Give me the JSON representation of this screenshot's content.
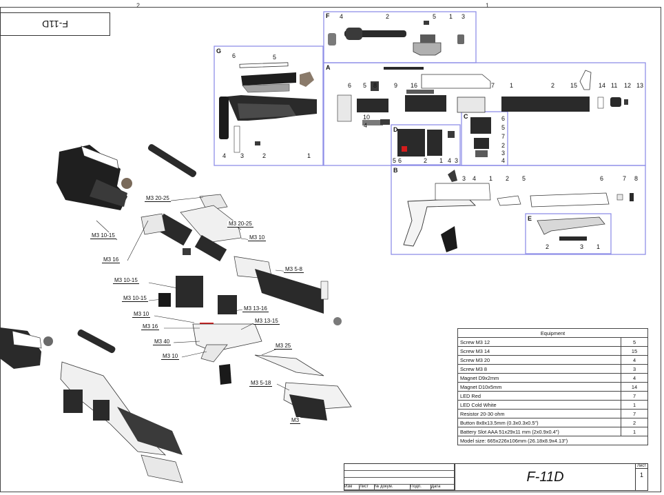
{
  "drawing_title": "F-11D",
  "zone_marks": [
    "2",
    "1"
  ],
  "panels": {
    "F": {
      "letter": "F",
      "callouts": [
        "4",
        "2",
        "5",
        "1",
        "3"
      ]
    },
    "G": {
      "letter": "G",
      "callouts": [
        "6",
        "5",
        "4",
        "3",
        "2",
        "1"
      ]
    },
    "A": {
      "letter": "A",
      "callouts": [
        "6",
        "5",
        "8",
        "9",
        "16",
        "7",
        "1",
        "2",
        "15",
        "14",
        "11",
        "12",
        "13",
        "10",
        "4"
      ]
    },
    "D": {
      "letter": "D",
      "callouts": [
        "5",
        "6",
        "2",
        "1",
        "4",
        "3"
      ]
    },
    "C": {
      "letter": "C",
      "callouts": [
        "6",
        "5",
        "7",
        "2",
        "3",
        "4"
      ]
    },
    "B": {
      "letter": "B",
      "callouts": [
        "3",
        "4",
        "1",
        "2",
        "5",
        "6",
        "7",
        "8"
      ]
    },
    "E": {
      "letter": "E",
      "callouts": [
        "2",
        "3",
        "1"
      ]
    }
  },
  "hardware_labels": [
    "M3 20-25",
    "M3 20-25",
    "M3 10-15",
    "M3 10",
    "M3 16",
    "M3 5-8",
    "M3 10-15",
    "M3 10-15",
    "M3 13-16",
    "M3 10",
    "M3 13-15",
    "M3 16",
    "M3 40",
    "M3 25",
    "M3 10",
    "M3 5-18",
    "M3"
  ],
  "equipment": {
    "header": "Equipment",
    "rows": [
      {
        "item": "Screw M3 12",
        "qty": "5"
      },
      {
        "item": "Screw M3 14",
        "qty": "15"
      },
      {
        "item": "Screw M3 20",
        "qty": "4"
      },
      {
        "item": "Screw M3 8",
        "qty": "3"
      },
      {
        "item": "Magnet D9x2mm",
        "qty": "4"
      },
      {
        "item": "Magnet D10x5mm",
        "qty": "14"
      },
      {
        "item": "LED Red",
        "qty": "7"
      },
      {
        "item": "LED Cold White",
        "qty": "1"
      },
      {
        "item": "Resistor 20-30 ohm",
        "qty": "7"
      },
      {
        "item": "Button 8x8x13.5mm (0.3x0.3x0.5\")",
        "qty": "2"
      },
      {
        "item": "Battery Slot AAA 51x29x11 mm (2x0.9x0.4\")",
        "qty": "1"
      }
    ],
    "model_size": "Model size: 665x226x106mm (26.18x8.9x4.13\")"
  },
  "title_block": {
    "name": "F-11D",
    "sheet_label": "Лист",
    "sheet_number": "1",
    "col_headers": [
      "Изм",
      "Лист",
      "№ докум.",
      "Подп.",
      "Дата"
    ]
  },
  "colors": {
    "panel_border": "#8f8fe8",
    "accent_red": "#d41c1c",
    "part_dark": "#2a2a2a",
    "part_mid": "#9a9a9a"
  }
}
